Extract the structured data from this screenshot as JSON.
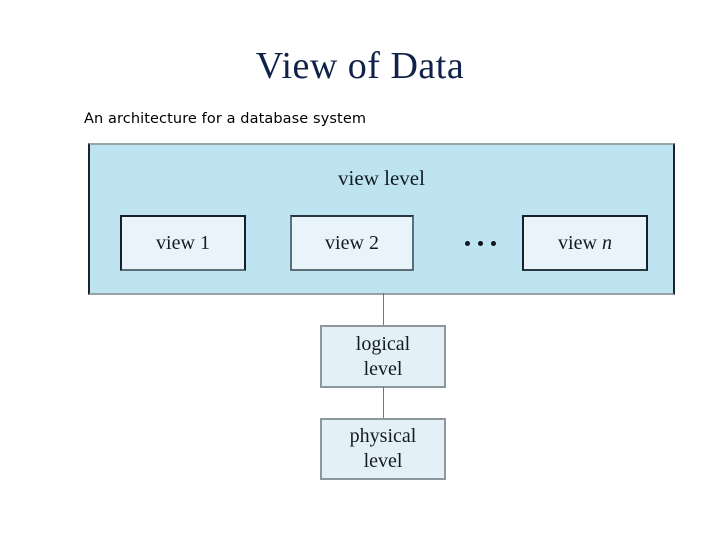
{
  "slide": {
    "title": "View of Data",
    "subtitle": "An architecture for a database system",
    "title_color": "#11224a",
    "subtitle_color": "#000000",
    "background_color": "#ffffff"
  },
  "diagram": {
    "type": "three-level database architecture",
    "view_level": {
      "label": "view level",
      "fill_color": "#bde4f0",
      "border_color": "#1a2430",
      "boxes": [
        {
          "label_prefix": "view ",
          "label_suffix": "1",
          "suffix_italic": false,
          "fill_color": "#e9f4fa",
          "border_color": "#16202c"
        },
        {
          "label_prefix": "view ",
          "label_suffix": "2",
          "suffix_italic": false,
          "fill_color": "#e9f4fa",
          "border_color": "#5d6e78"
        },
        {
          "label_prefix": "view ",
          "label_suffix": "n",
          "suffix_italic": true,
          "fill_color": "#e9f4fa",
          "border_color": "#16202c"
        }
      ],
      "ellipsis": "...",
      "ellipsis_dot_count": 3
    },
    "logical_level": {
      "line1": "logical",
      "line2": "level",
      "fill_color": "#e3f0f7",
      "border_color": "#8c979e"
    },
    "physical_level": {
      "line1": "physical",
      "line2": "level",
      "fill_color": "#e3f0f7",
      "border_color": "#8c979e"
    },
    "connectors": {
      "view_to_logical": "vertical-line",
      "logical_to_physical": "vertical-line",
      "color": "#6b7880"
    }
  }
}
